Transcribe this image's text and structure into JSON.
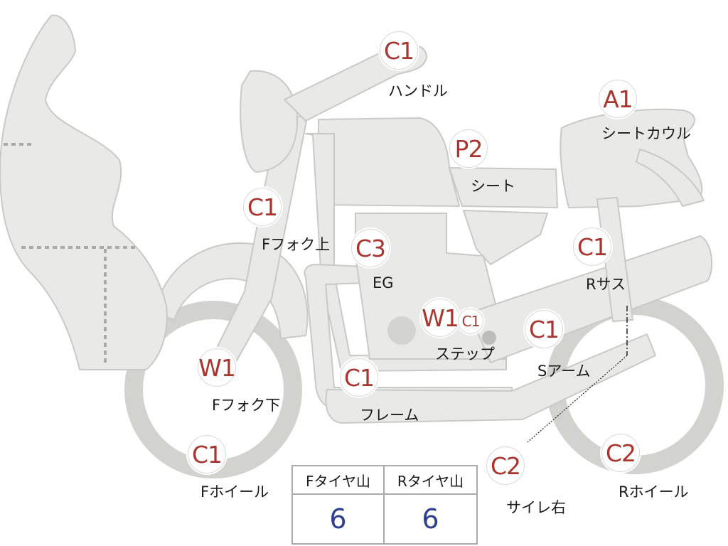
{
  "parts": [
    {
      "id": "handle",
      "grade": "C1",
      "label": "ハンドル"
    },
    {
      "id": "seat-cowl",
      "grade": "A1",
      "label": "シートカウル"
    },
    {
      "id": "seat",
      "grade": "P2",
      "label": "シート"
    },
    {
      "id": "f-fork-upper",
      "grade": "C1",
      "label": "Fフォク上"
    },
    {
      "id": "engine",
      "grade": "C3",
      "label": "EG"
    },
    {
      "id": "r-suspension",
      "grade": "C1",
      "label": "Rサス"
    },
    {
      "id": "step",
      "grade": "W1",
      "grade2": "C1",
      "label": "ステップ"
    },
    {
      "id": "swing-arm",
      "grade": "C1",
      "label": "Sアーム"
    },
    {
      "id": "f-fork-lower",
      "grade": "W1",
      "label": "Fフォク下"
    },
    {
      "id": "frame",
      "grade": "C1",
      "label": "フレーム"
    },
    {
      "id": "f-wheel",
      "grade": "C1",
      "label": "Fホイール"
    },
    {
      "id": "muffler-right",
      "grade": "C2",
      "label": "サイレ右"
    },
    {
      "id": "r-wheel",
      "grade": "C2",
      "label": "Rホイール"
    }
  ],
  "tread_table": {
    "headers": [
      "Fタイヤ山",
      "Rタイヤ山"
    ],
    "values": [
      "6",
      "6"
    ]
  },
  "colors": {
    "bike_fill": "#e9e9e7",
    "bike_stroke": "#c9c9c6",
    "grade_text": "#a8352f",
    "value_text": "#2f3f8f"
  }
}
